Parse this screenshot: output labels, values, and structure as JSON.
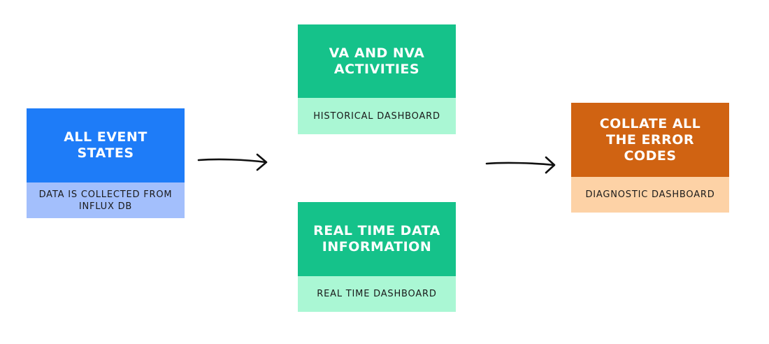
{
  "colors": {
    "events_head": "#1e7cf8",
    "events_foot": "#a3bffc",
    "va_head": "#15c28a",
    "va_foot": "#aaf7d4",
    "rt_head": "#15c28a",
    "rt_foot": "#aaf7d4",
    "err_head": "#d06312",
    "err_foot": "#fdd2a6",
    "arrow": "#111111"
  },
  "nodes": {
    "events": {
      "title": "ALL EVENT STATES",
      "subtitle": "DATA IS COLLECTED FROM INFLUX DB"
    },
    "va": {
      "title": "VA AND NVA ACTIVITIES",
      "subtitle": "HISTORICAL DASHBOARD"
    },
    "rt": {
      "title": "REAL TIME DATA INFORMATION",
      "subtitle": "REAL TIME DASHBOARD"
    },
    "err": {
      "title": "COLLATE ALL THE ERROR CODES",
      "subtitle": "DIAGNOSTIC DASHBOARD"
    }
  },
  "edges": [
    {
      "from": "events",
      "to": "analysis"
    },
    {
      "from": "analysis",
      "to": "err"
    }
  ]
}
